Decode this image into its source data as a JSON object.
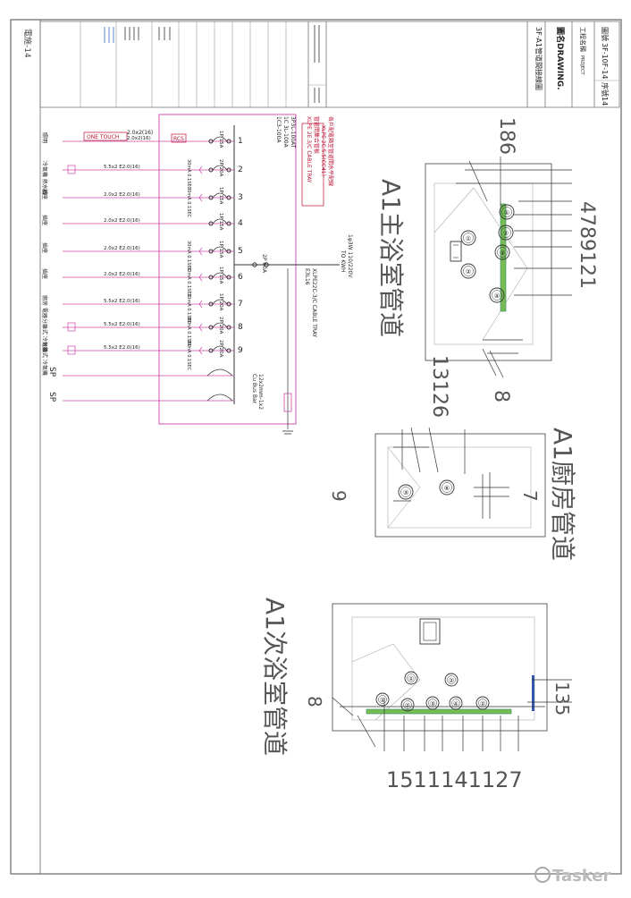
{
  "title_block": {
    "sheet_no_prefix": "圖號",
    "sheet_no": "3F-10F-14",
    "page_label": "序號",
    "page_no": "14",
    "project_label": "工程名稱",
    "project_label_en": "PROJECT",
    "drawing_label": "圖名DRAWING.",
    "drawing_title": "3F-A1管道間接線圖",
    "sheet_mark": "電施-14"
  },
  "panel": {
    "note_lines": [
      "各戶配電箱至管道間水平配線",
      "XLPE 2C.5.5(CC41)",
      "管道間集合管板",
      "XLPE 2E.3/C CABLE TRAY"
    ],
    "main_breaker_lines": [
      "3P3L-100AT",
      "1C 3L-100A",
      "1C3-100A"
    ],
    "feeder_lines": [
      "1φ3W 110/220V",
      "TO KWH"
    ],
    "cable_lines": [
      "XLPE22C-3/C CABLE TRAY",
      "E3L16"
    ],
    "main_breaker_rating": "2P 60A",
    "spare_note_lines": [
      "12x2mm-1x2",
      "Cu Bus Bar"
    ],
    "one_touch_label": "ONE TOUCH",
    "one_touch_cable": "2.0x2(16)",
    "rcs_label": "RCS",
    "circuits": [
      {
        "no": "1",
        "breaker": "1P 15A",
        "elcb": "",
        "cable": "2.0x2(16)",
        "load": "照明"
      },
      {
        "no": "2",
        "breaker": "2P 20A",
        "elcb": "30mA 0.1SEC",
        "cable": "5.5x2 E2.0(16)",
        "load": "冷氣機 熱水器"
      },
      {
        "no": "3",
        "breaker": "1P 15A",
        "elcb": "30mA 0.1SEC",
        "cable": "2.0x2 E2.0(16)",
        "load": "插座"
      },
      {
        "no": "4",
        "breaker": "1P 15A",
        "elcb": "",
        "cable": "2.0x2 E2.0(16)",
        "load": "插座"
      },
      {
        "no": "5",
        "breaker": "1P 15A",
        "elcb": "30mA 0.1SEC",
        "cable": "2.0x2 E2.0(16)",
        "load": "插座"
      },
      {
        "no": "6",
        "breaker": "1P 15A",
        "elcb": "30mA 0.1SEC",
        "cable": "2.0x2 E2.0(16)",
        "load": "插座"
      },
      {
        "no": "7",
        "breaker": "1P 20A",
        "elcb": "30mA 0.1SEC",
        "cable": "5.5x2 E2.0(16)",
        "load": "廚房 電器"
      },
      {
        "no": "8",
        "breaker": "2P 20A",
        "elcb": "30mA 0.1SEC",
        "cable": "5.5x2 E2.0(16)",
        "load": "分離式 冷氣機"
      },
      {
        "no": "9",
        "breaker": "2P 20A",
        "elcb": "30mA 0.1SEC",
        "cable": "5.5x2 E2.0(16)",
        "load": "分離式 冷氣機"
      },
      {
        "no": "",
        "breaker": "",
        "elcb": "",
        "cable": "",
        "load": "SP"
      },
      {
        "no": "",
        "breaker": "",
        "elcb": "",
        "cable": "",
        "load": "SP"
      }
    ]
  },
  "shafts": [
    {
      "title": "A1主浴室管道",
      "top_number": "186",
      "side_number": "4789121",
      "bottom_number": "8",
      "pipes": [
        "①",
        "②",
        "③",
        "④",
        "①",
        "②"
      ]
    },
    {
      "title": "A1廚房管道",
      "top_number": "13126",
      "side_number": "9",
      "right_number": "7",
      "pipes": [
        "③",
        "⑥"
      ]
    },
    {
      "title": "A1次浴室管道",
      "right_number": "135",
      "left_number": "8",
      "bottom_number": "1511141127",
      "pipes": [
        "①",
        "②",
        "③",
        "④",
        "②",
        "①",
        "②"
      ]
    }
  ],
  "watermark": "Tasker"
}
